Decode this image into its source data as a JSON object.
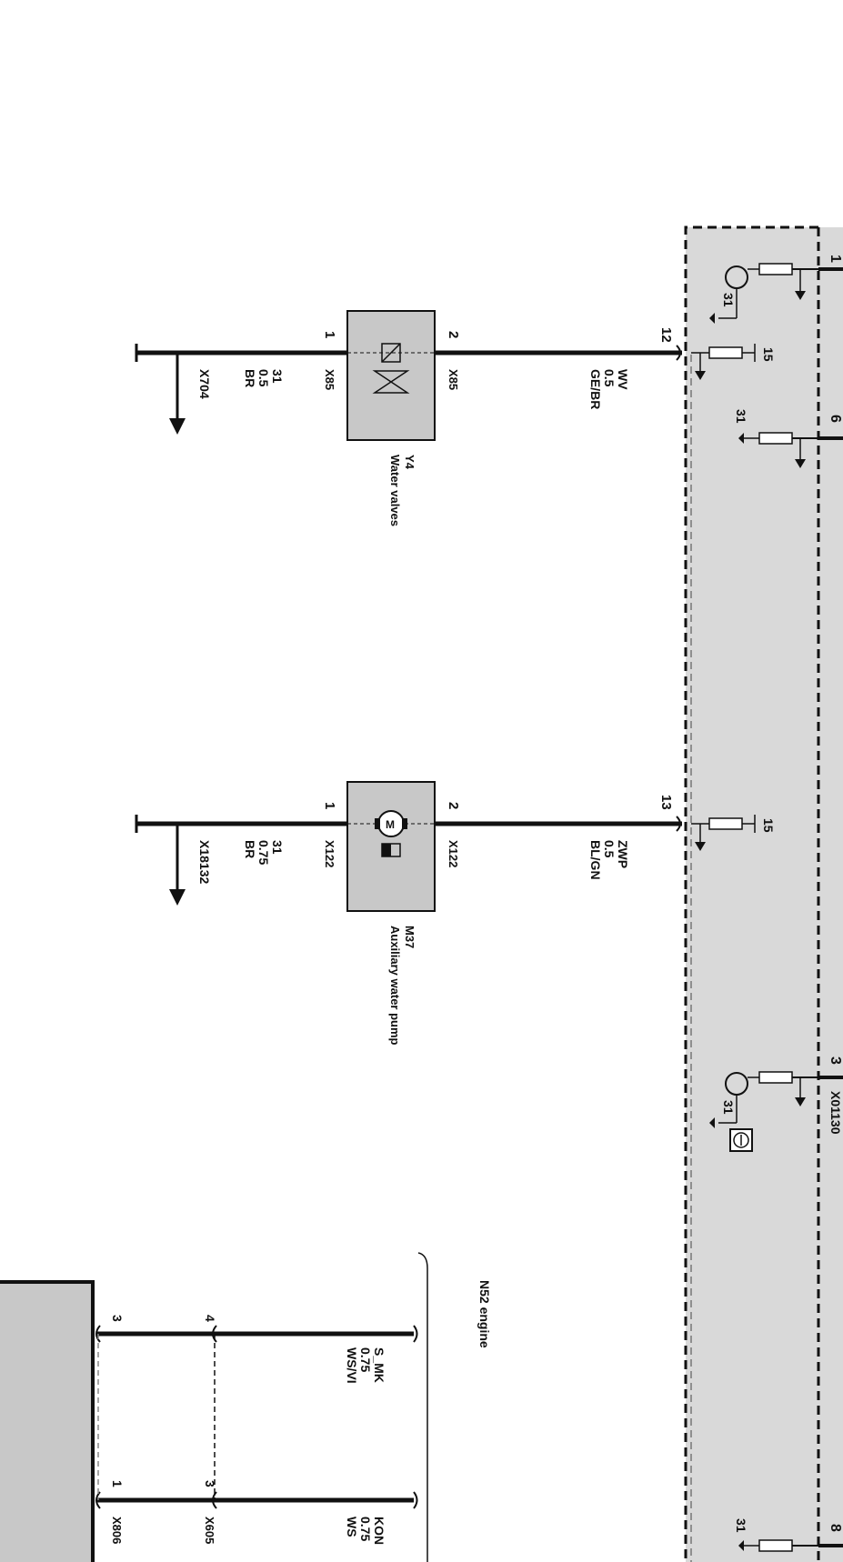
{
  "colors": {
    "wire": "#111111",
    "module_fill": "#d9d9d9",
    "component_fill": "#c8c8c8",
    "dashed_border": "#111111"
  },
  "module": {
    "pins": [
      "1",
      "6",
      "3",
      "8"
    ],
    "connector": "X01130",
    "pin_label_31": "31",
    "pin_label_15": "15",
    "engine_icon": "engine-symbol-icon"
  },
  "water_valves": {
    "id": "Y4",
    "name": "Water valves",
    "module_pin": "12",
    "pin_top": "2",
    "pin_bottom": "1",
    "connector": "X85",
    "wire_signal": "WV",
    "wire_size": "0.5",
    "wire_color": "GE/BR",
    "ground_num": "31",
    "ground_size": "0.5",
    "ground_color": "BR",
    "ground_connector": "X704",
    "symbol": "valve-icon"
  },
  "aux_pump": {
    "id": "M37",
    "name": "Auxiliary water pump",
    "module_pin": "13",
    "pin_top": "2",
    "pin_bottom": "1",
    "connector": "X122",
    "wire_signal": "ZWP",
    "wire_size": "0.5",
    "wire_color": "BL/GN",
    "ground_num": "31",
    "ground_size": "0.75",
    "ground_color": "BR",
    "ground_connector": "X18132",
    "symbol": "motor-icon"
  },
  "engine_section": {
    "label": "N52 engine",
    "wire1_signal": "S_MK",
    "wire1_size": "0.75",
    "wire1_color": "WS/VI",
    "wire1_pin_upper": "4",
    "wire1_pin_lower": "3",
    "wire2_signal": "KON",
    "wire2_size": "0.75",
    "wire2_color": "WS",
    "wire2_pin_upper": "3",
    "wire2_pin_lower": "1",
    "connector_upper": "X605",
    "connector_lower": "X806"
  }
}
